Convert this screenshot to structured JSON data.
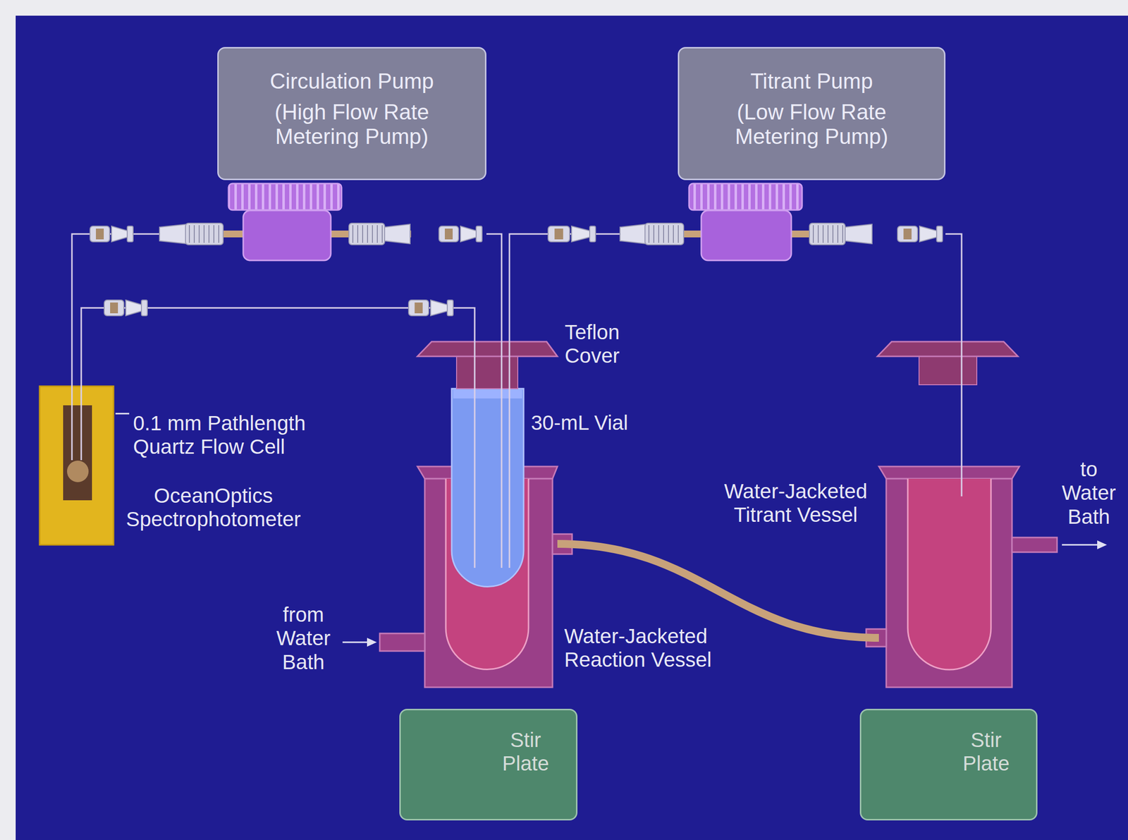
{
  "diagram": {
    "nodes": [
      {
        "text": [
          "Circulation Pump",
          "(High Flow Rate Metering Pump)"
        ]
      },
      {
        "text": [
          "Titrant Pump",
          "(Low Flow Rate Metering Pump)"
        ]
      },
      {
        "text": [
          "0.1 mm Pathlength Quartz Flow Cell",
          "OceanOptics Spectrophotometer"
        ]
      },
      {
        "text": [
          "Water-Jacketed Reaction Vessel"
        ]
      },
      {
        "text": [
          "Water-Jacketed Titrant Vessel"
        ]
      },
      {
        "text": [
          "Stir Plate"
        ]
      },
      {
        "text": [
          "Stir Plate"
        ]
      }
    ],
    "edges": [
      {
        "from": 0,
        "to": 2,
        "arrow": "none"
      },
      {
        "from": 2,
        "to": 3,
        "arrow": "none"
      },
      {
        "from": 0,
        "to": 3,
        "arrow": "none"
      },
      {
        "from": 1,
        "to": 3,
        "arrow": "none"
      },
      {
        "from": 1,
        "to": 4,
        "arrow": "none"
      },
      {
        "from": 3,
        "to": 4,
        "arrow": "none"
      }
    ],
    "labels": [
      "Teflon Cover",
      "30-mL Vial",
      "from Water Bath",
      "to Water Bath"
    ]
  }
}
